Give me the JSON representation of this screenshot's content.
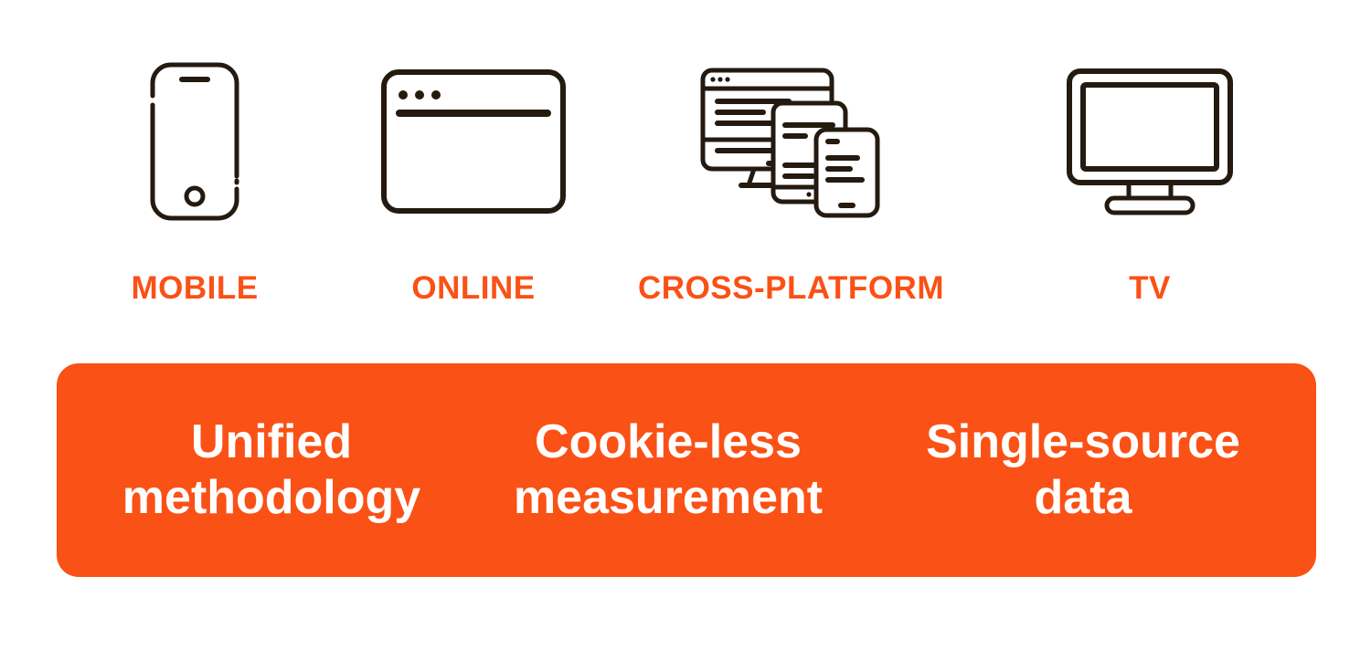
{
  "colors": {
    "accent_orange": "#FA5116",
    "icon_stroke": "#241A10",
    "background": "#FFFFFF",
    "banner_text": "#FFFFFF"
  },
  "channels": [
    {
      "label": "MOBILE",
      "icon": "mobile-phone-icon"
    },
    {
      "label": "ONLINE",
      "icon": "browser-window-icon"
    },
    {
      "label": "CROSS-PLATFORM",
      "icon": "cross-platform-devices-icon"
    },
    {
      "label": "TV",
      "icon": "tv-monitor-icon"
    }
  ],
  "banner": {
    "benefits": [
      {
        "line1": "Unified",
        "line2": "methodology"
      },
      {
        "line1": "Cookie-less",
        "line2": "measurement"
      },
      {
        "line1": "Single-source",
        "line2": "data"
      }
    ]
  }
}
